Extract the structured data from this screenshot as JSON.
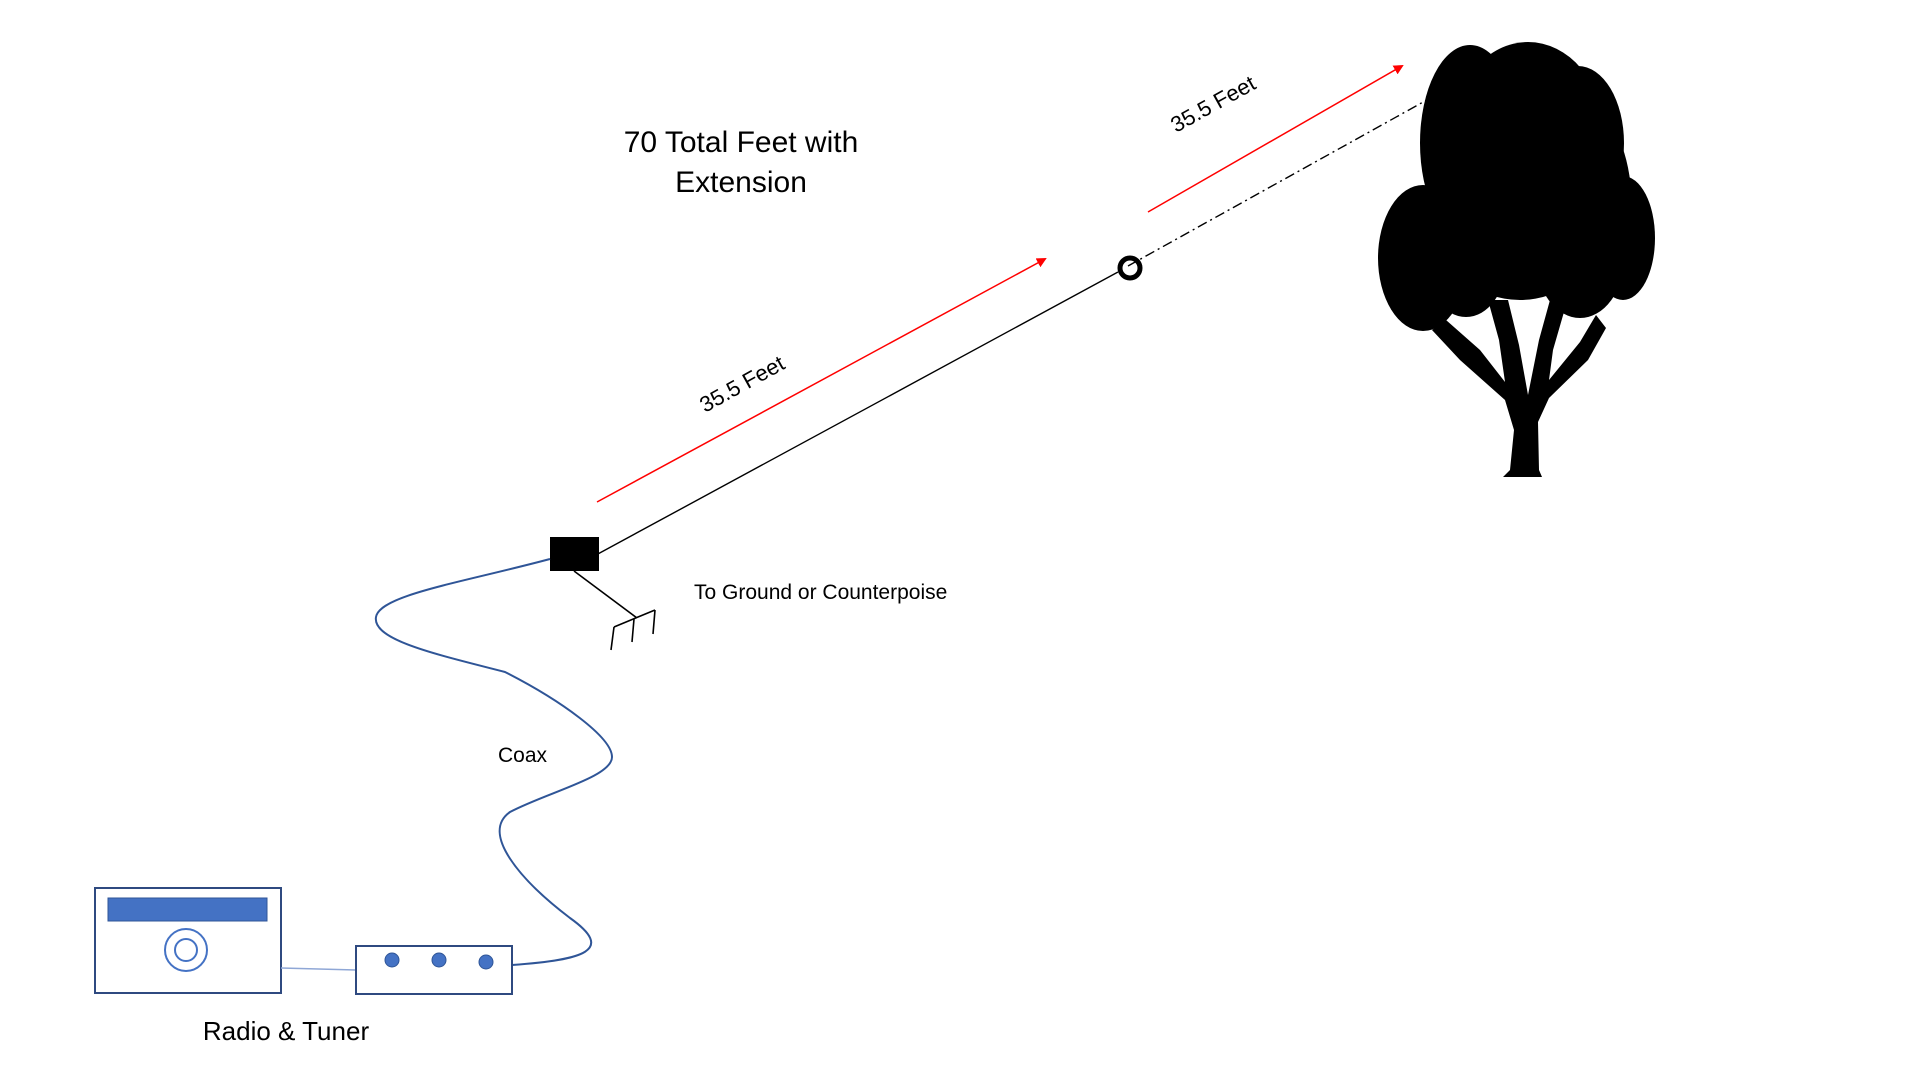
{
  "labels": {
    "total_line1": "70 Total Feet with",
    "total_line2": "Extension",
    "segment_lower": "35.5 Feet",
    "segment_upper": "35.5 Feet",
    "ground": "To Ground or  Counterpoise",
    "coax": "Coax",
    "radio_tuner": "Radio & Tuner"
  },
  "colors": {
    "measure_arrow": "#ff0000",
    "coax": "#2f5597",
    "radio_accent": "#4472c4",
    "radio_border": "#2f4a80",
    "silhouette": "#000000",
    "wire": "#000000"
  },
  "icons": {
    "balun": "balun-box-icon",
    "ground": "ground-symbol-icon",
    "insulator": "insulator-icon",
    "tree": "tree-icon",
    "radio": "radio-icon",
    "tuner": "tuner-icon"
  }
}
